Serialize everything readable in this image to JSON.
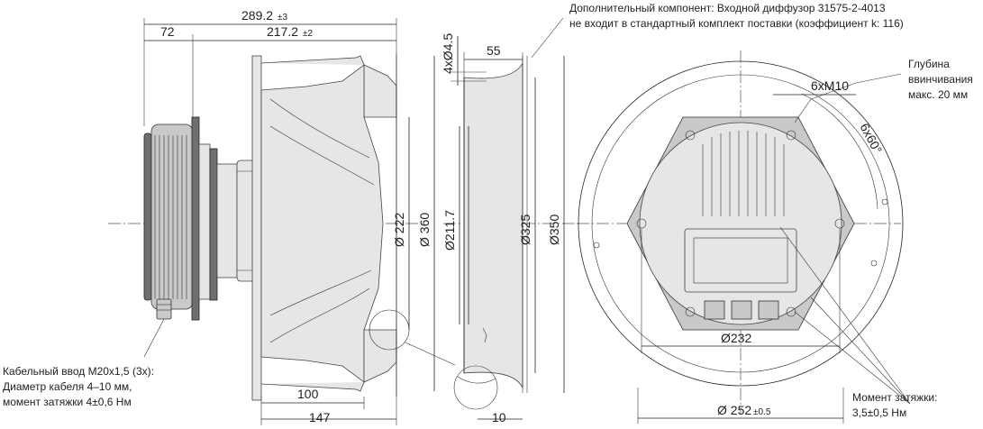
{
  "dimensions": {
    "overall_length": "289.2",
    "overall_length_tol": "±3",
    "motor_length": "72",
    "impeller_length": "217.2",
    "impeller_length_tol": "±2",
    "hole": "4xØ4.5",
    "diffuser_depth": "55",
    "d_inlet": "Ø 222",
    "d_outer": "Ø 360",
    "d_diffuser_inner": "Ø211.7",
    "d_325": "Ø325",
    "d_350": "Ø350",
    "len_100": "100",
    "len_147": "147",
    "len_10": "10",
    "d_232": "Ø232",
    "d_252": "Ø 252",
    "d_252_tol": "±0.5",
    "threads": "6xM10",
    "angle": "6x60°"
  },
  "notes": {
    "diffuser_line1": "Дополнительный компонент: Входной диффузор 31575-2-4013",
    "diffuser_line2": "не входит в стандартный комплект поставки (коэффициент k: 116)",
    "depth_line1": "Глубина",
    "depth_line2": "ввинчивания",
    "depth_line3": "макс. 20 мм",
    "cable_line1": "Кабельный ввод M20x1,5 (3x):",
    "cable_line2": "Диаметр кабеля 4–10 мм,",
    "cable_line3": "момент затяжки 4±0,6 Нм",
    "torque_line1": "Момент затяжки:",
    "torque_line2": "3,5±0,5 Нм"
  }
}
